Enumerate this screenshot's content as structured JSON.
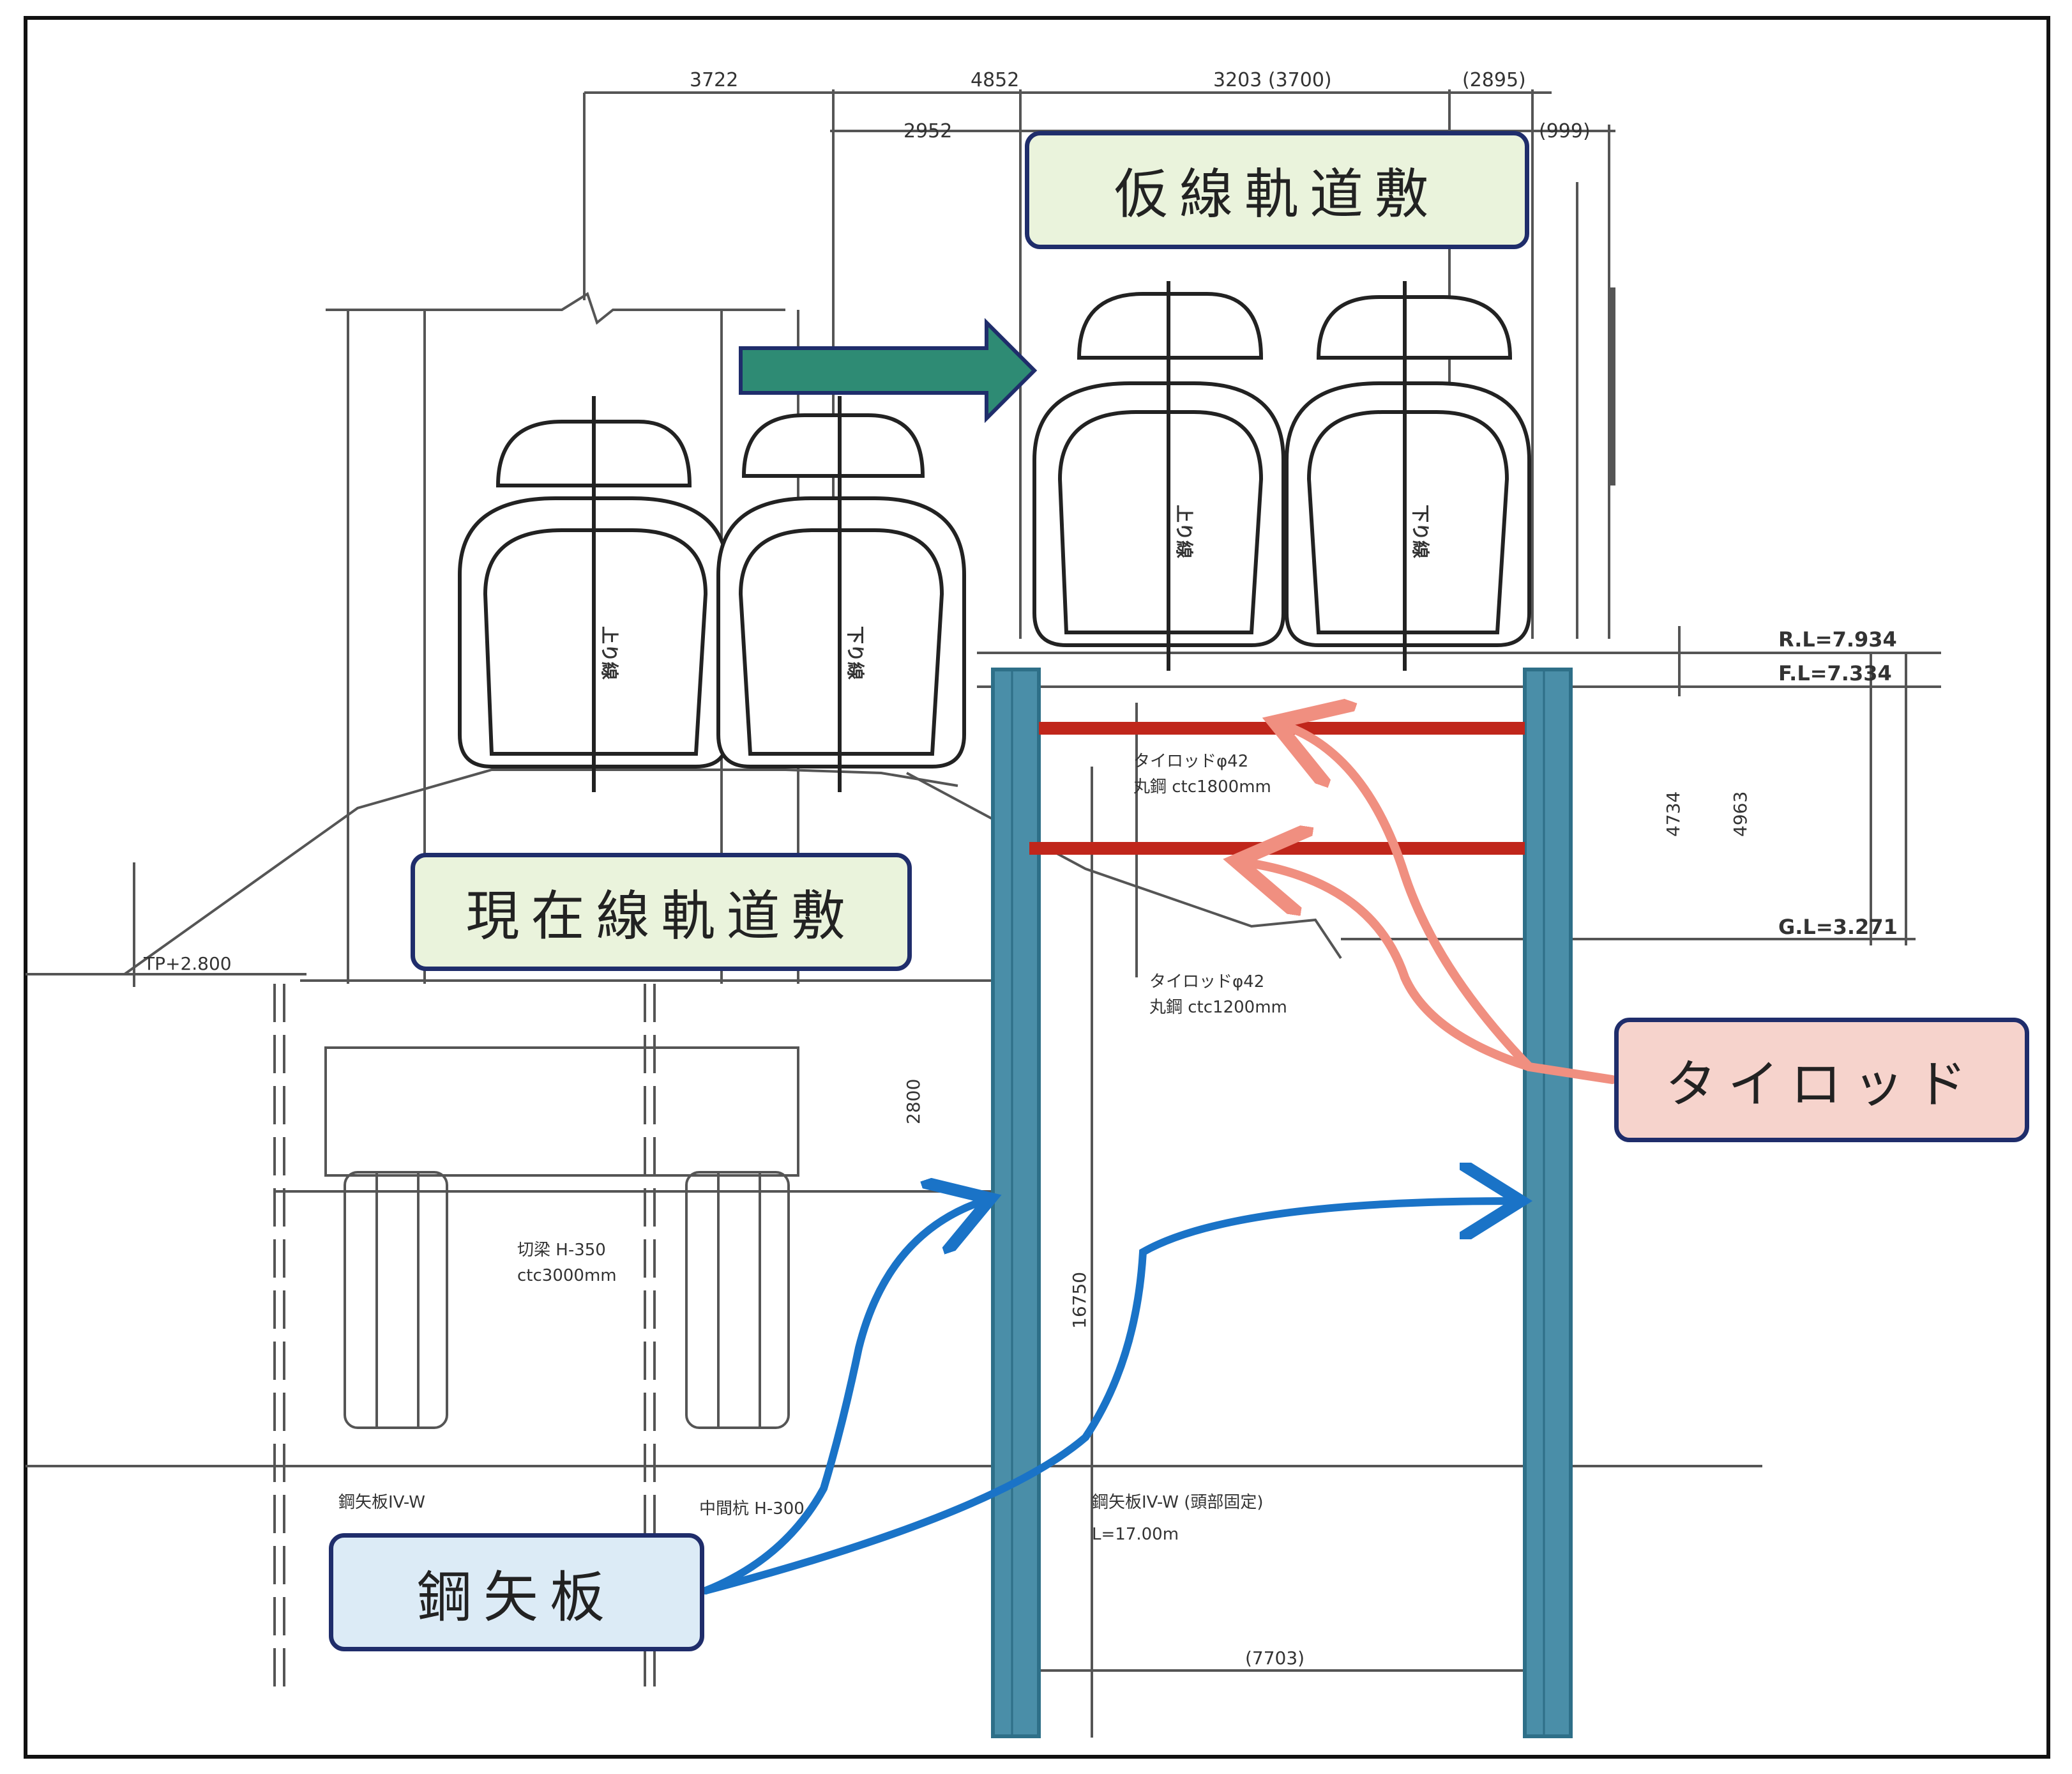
{
  "callouts": {
    "temporary_track": "仮線軌道敷",
    "current_track": "現在線軌道敷",
    "tie_rod": "タイロッド",
    "steel_sheet_pile": "鋼矢板"
  },
  "top_dimensions": [
    "3722",
    "4852",
    "3203 (3700)",
    "(2895)",
    "2952",
    "(999)"
  ],
  "levels": {
    "rl": "R.L=7.934",
    "fl": "F.L=7.334",
    "gl": "G.L=3.271",
    "left_level": "TP+2.800"
  },
  "vertical_dimensions": [
    "4734",
    "4963",
    "2800",
    "16750"
  ],
  "bottom_dimension": "(7703)",
  "tie_rod_notes": {
    "upper": [
      "タイロッドφ42",
      "丸鋼 ctc1800mm"
    ],
    "lower": [
      "タイロッドφ42",
      "丸鋼 ctc1200mm"
    ]
  },
  "pile_notes": {
    "cut_beam": [
      "切梁 H-350",
      "ctc3000mm"
    ],
    "left_sheet": "鋼矢板IV-W",
    "middle_pile": "中間杭 H-300",
    "right_sheet": [
      "鋼矢板IV-W (頭部固定)",
      "L=17.00m"
    ]
  },
  "car_labels": {
    "current_up": "上り線",
    "current_down": "下り線",
    "temp_up": "上り線",
    "temp_down": "下り線"
  },
  "colors": {
    "sheet_pile": "#4a8ea8",
    "tie_rod_bar": "#c0261b",
    "tie_rod_arrow": "#f08f80",
    "sheet_arrow": "#1a73c7",
    "move_arrow": "#2e8b74",
    "callout_border": "#1f2d6b"
  }
}
